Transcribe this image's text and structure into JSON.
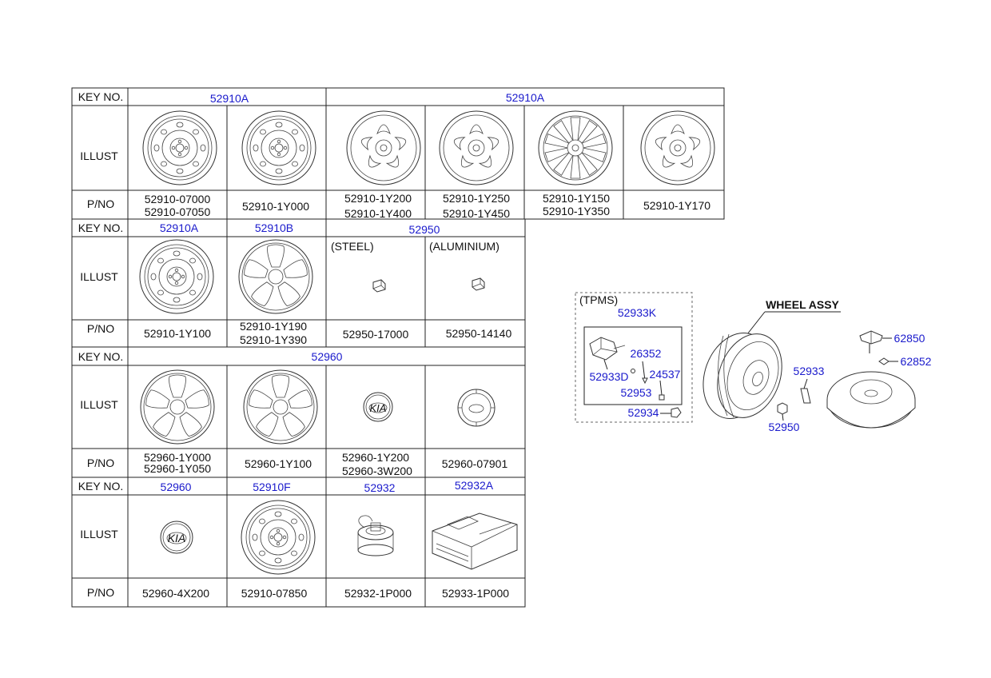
{
  "table": {
    "row_labels": {
      "key_no": "KEY NO.",
      "illust": "ILLUST",
      "pno": "P/NO"
    },
    "block1": {
      "keys": [
        "52910A",
        "52910A"
      ],
      "cells": [
        {
          "icon": "steel-wheel-icon",
          "pno": [
            "52910-07000",
            "52910-07050"
          ]
        },
        {
          "icon": "steel-wheel-icon",
          "pno": [
            "52910-1Y000"
          ]
        },
        {
          "icon": "alloy-wheel-icon",
          "pno": [
            "52910-1Y200",
            "52910-1Y400"
          ]
        },
        {
          "icon": "alloy-wheel-icon",
          "pno": [
            "52910-1Y250",
            "52910-1Y450"
          ]
        },
        {
          "icon": "spoke-wheel-icon",
          "pno": [
            "52910-1Y150",
            "52910-1Y350"
          ]
        },
        {
          "icon": "alloy-wheel-icon",
          "pno": [
            "52910-1Y170"
          ]
        }
      ]
    },
    "block2": {
      "keys": [
        "52910A",
        "52910B",
        "52950"
      ],
      "sub_labels": [
        "(STEEL)",
        "(ALUMINIUM)"
      ],
      "cells": [
        {
          "icon": "steel-wheel-icon",
          "pno": [
            "52910-1Y100"
          ]
        },
        {
          "icon": "wheel-cover-icon",
          "pno": [
            "52910-1Y190",
            "52910-1Y390"
          ]
        },
        {
          "icon": "lug-nut-icon",
          "pno": [
            "52950-17000"
          ]
        },
        {
          "icon": "lug-nut-icon",
          "pno": [
            "52950-14140"
          ]
        }
      ]
    },
    "block3": {
      "keys": [
        "52960"
      ],
      "cells": [
        {
          "icon": "wheel-cover-icon",
          "pno": [
            "52960-1Y000",
            "52960-1Y050"
          ]
        },
        {
          "icon": "wheel-cover-icon",
          "pno": [
            "52960-1Y100"
          ]
        },
        {
          "icon": "kia-emblem-icon",
          "pno": [
            "52960-1Y200",
            "52960-3W200"
          ]
        },
        {
          "icon": "hub-cap-icon",
          "pno": [
            "52960-07901"
          ]
        }
      ]
    },
    "block4": {
      "keys": [
        "52960",
        "52910F",
        "52932",
        "52932A"
      ],
      "cells": [
        {
          "icon": "kia-emblem-icon",
          "pno": [
            "52960-4X200"
          ]
        },
        {
          "icon": "steel-wheel-icon",
          "pno": [
            "52910-07850"
          ]
        },
        {
          "icon": "repair-kit-icon",
          "pno": [
            "52932-1P000"
          ]
        },
        {
          "icon": "compressor-icon",
          "pno": [
            "52933-1P000"
          ]
        }
      ]
    },
    "emblem_text": "KIA"
  },
  "tpms": {
    "title": "(TPMS)",
    "labels": {
      "assy": "52933K",
      "sensor": "52933D",
      "valve": "26352",
      "core": "24537",
      "grommet": "52953",
      "cap": "52934"
    }
  },
  "assembly": {
    "title": "WHEEL ASSY",
    "labels": {
      "tpms_sensor": "52933",
      "nut": "52950",
      "cap": "62850",
      "bolt": "62852"
    }
  }
}
